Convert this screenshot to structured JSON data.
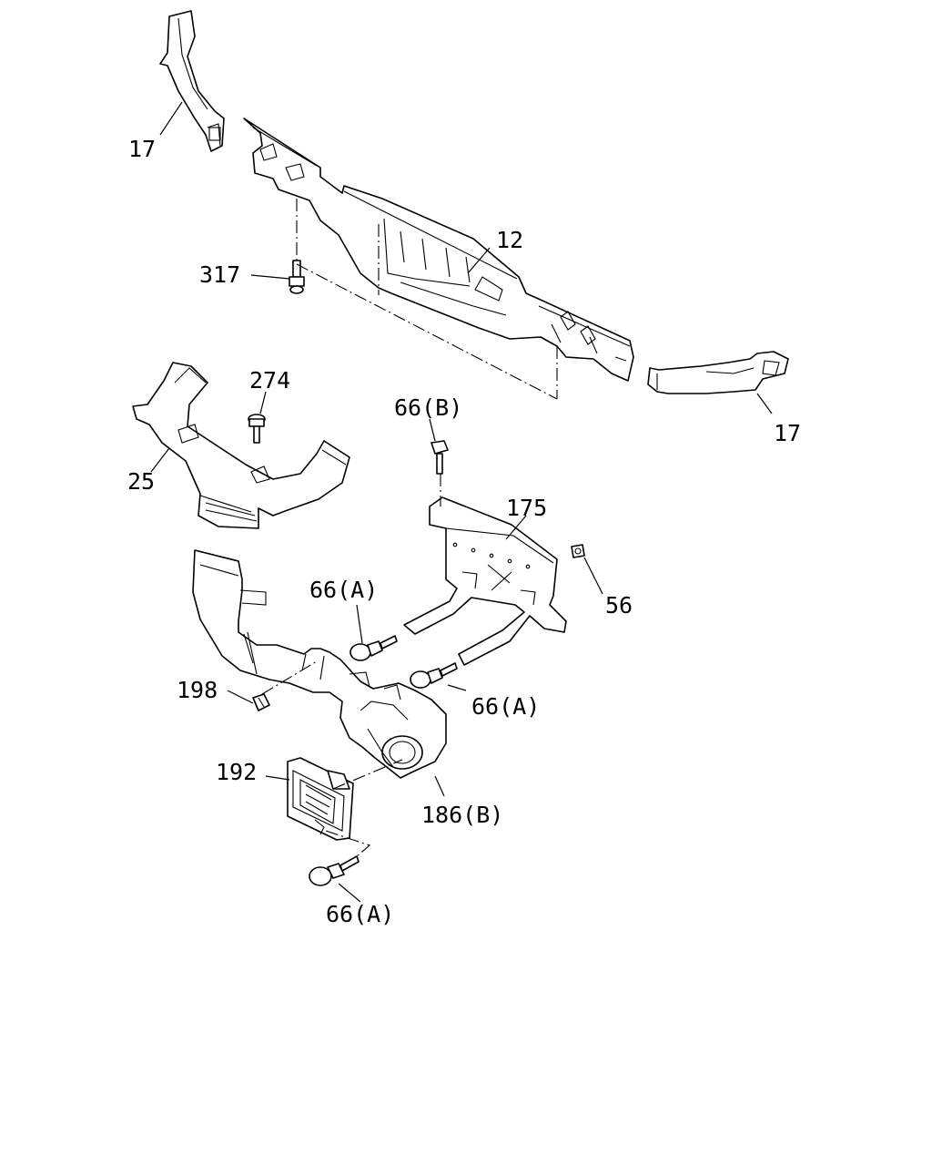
{
  "diagram": {
    "callouts": {
      "c17_left": "17",
      "c12": "12",
      "c317": "317",
      "c274": "274",
      "c66b": "66(B)",
      "c17_right": "17",
      "c25": "25",
      "c175": "175",
      "c66a_mid": "66(A)",
      "c56": "56",
      "c198": "198",
      "c66a_right": "66(A)",
      "c192": "192",
      "c186b": "186(B)",
      "c66a_bottom": "66(A)"
    }
  }
}
